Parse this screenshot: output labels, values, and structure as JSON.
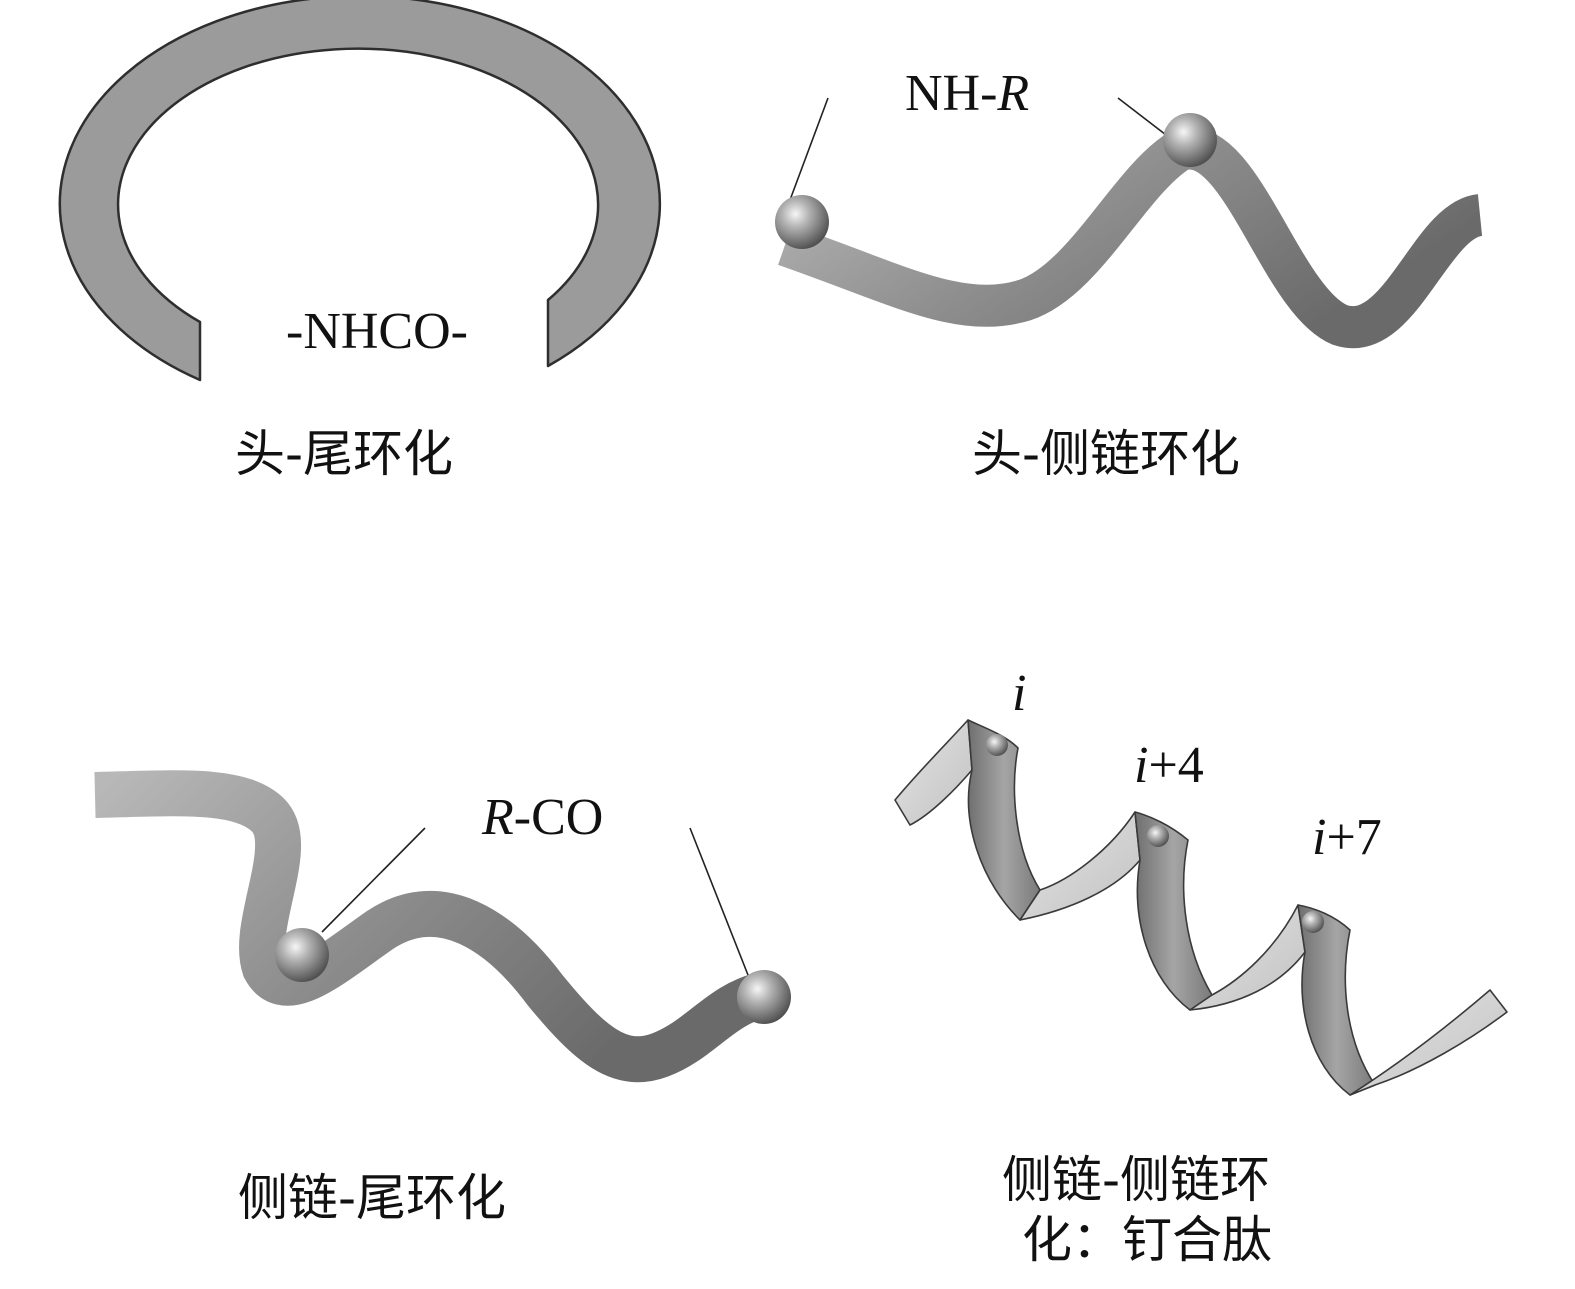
{
  "panels": {
    "head_tail": {
      "bond_label": "-NHCO-",
      "caption": "头-尾环化"
    },
    "head_sidechain": {
      "label_prefix": "NH-",
      "label_italic": "R",
      "caption": "头-侧链环化"
    },
    "sidechain_tail": {
      "label_italic": "R",
      "label_suffix": "-CO",
      "caption": "侧链-尾环化"
    },
    "sidechain_sidechain": {
      "residue_i": "i",
      "residue_i4_italic": "i",
      "residue_i4_suffix": "+4",
      "residue_i7_italic": "i",
      "residue_i7_suffix": "+7",
      "caption_line1": "侧链-侧链环",
      "caption_line2": "化：钉合肽"
    }
  },
  "colors": {
    "ribbon": "#9a9a9a",
    "ribbon_dark": "#6e6e6e",
    "ribbon_light": "#d8d8d8",
    "outline": "#333333"
  }
}
